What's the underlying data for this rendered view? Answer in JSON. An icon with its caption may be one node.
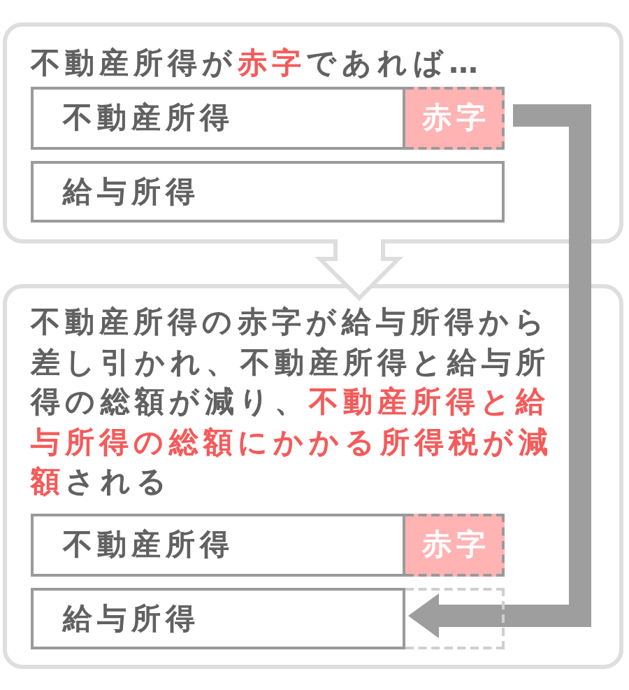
{
  "diagram": {
    "nodes": [
      {
        "text": [
          "不動産所得が**赤字**であれば…"
        ]
      },
      {
        "text": [
          "不動産所得"
        ],
        "in": 0
      },
      {
        "text": [
          "赤字"
        ],
        "in": 0
      },
      {
        "text": [
          "給与所得"
        ],
        "in": 0
      },
      {
        "text": [
          "不動産所得の赤字が給与所得から差し引かれ、不動産所得と給与所得の総額が減り、**不動産所得と給与所得の総額にかかる所得税が減額**される"
        ]
      },
      {
        "text": [
          "不動産所得"
        ],
        "in": 4
      },
      {
        "text": [
          "赤字"
        ],
        "in": 4
      },
      {
        "text": [
          "給与所得"
        ],
        "in": 4
      },
      {
        "text": [],
        "shape": "box",
        "in": 4
      }
    ],
    "edges": [
      {
        "from": 0,
        "to": 4,
        "arrow": "to",
        "color": "#dddddd"
      },
      {
        "from": 2,
        "to": 8,
        "arrow": "to",
        "color": "#9e9e9e"
      }
    ]
  }
}
